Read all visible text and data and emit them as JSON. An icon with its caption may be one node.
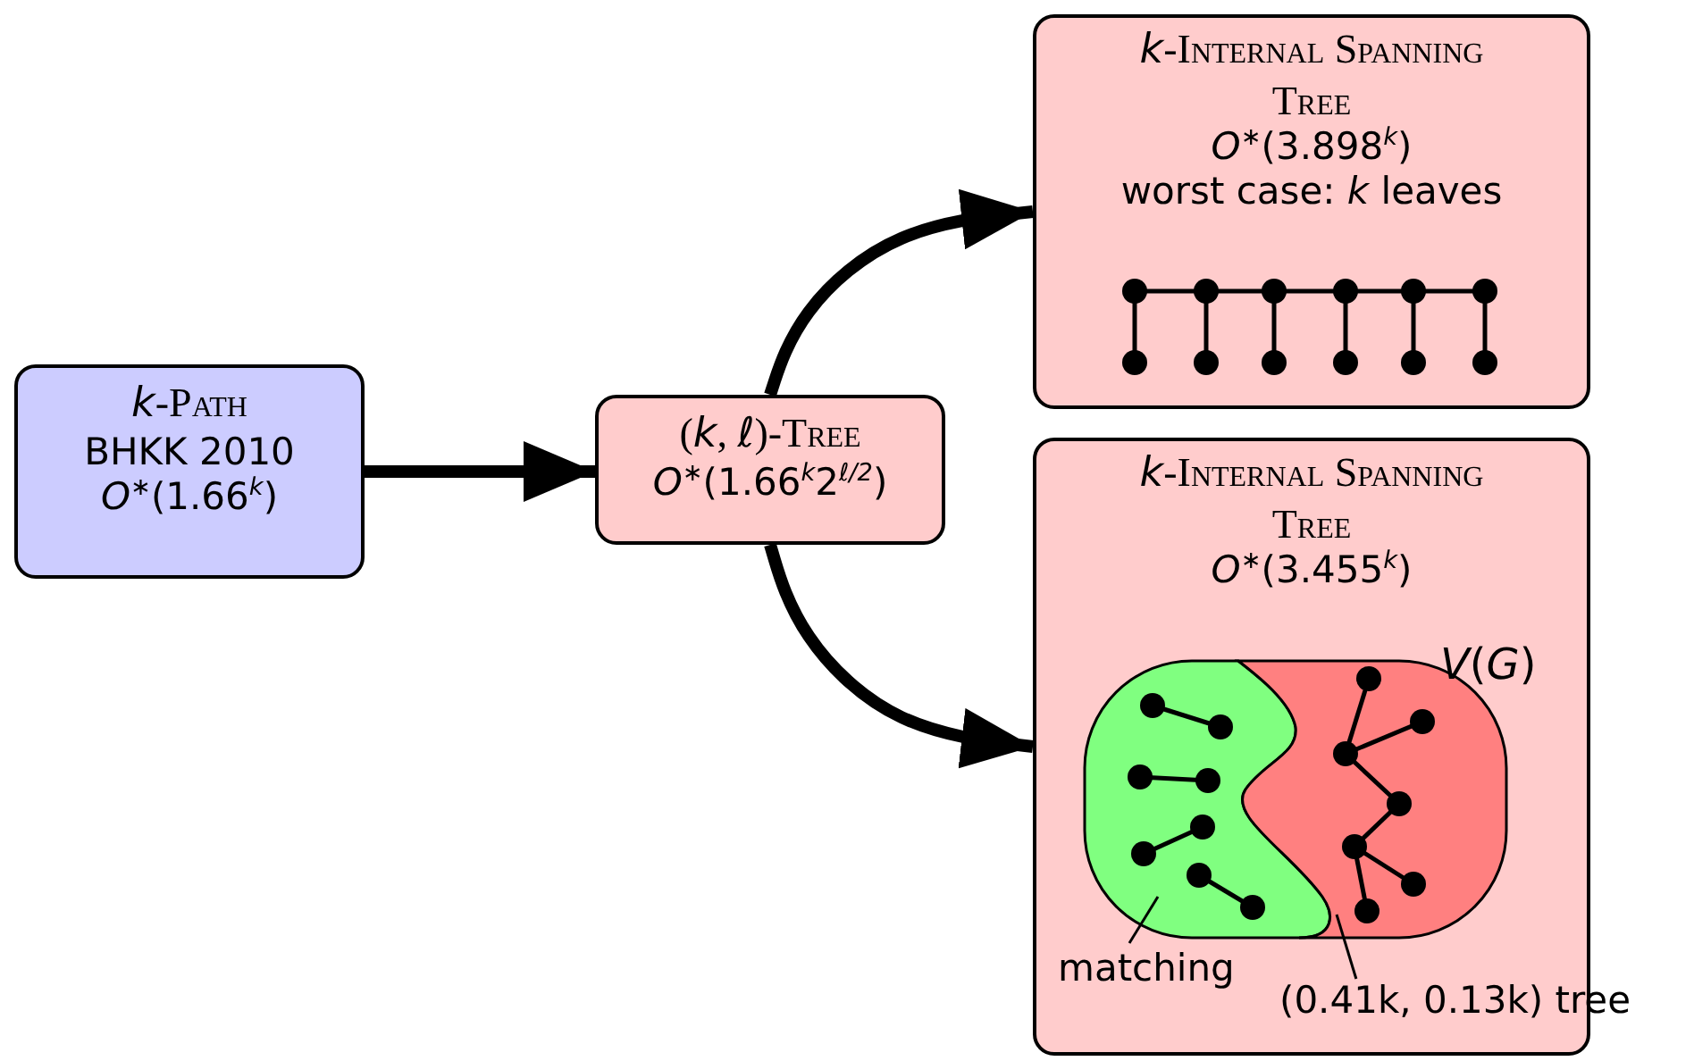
{
  "diagram": {
    "nodes": [
      {
        "text": [
          "*k*-Path",
          "BHKK 2010",
          "*O*$^{∗}$(1.66$^{k}$)"
        ]
      },
      {
        "text": [
          "(*k*, *ℓ*)-Tree",
          "*O*$^{∗}$(1.66$^{k}$2$^{ℓ/2}$)"
        ]
      },
      {
        "text": [
          "*k*-Internal Spanning Tree",
          "*O*$^{∗}$(3.898$^{k}$)",
          "worst case:  *k* leaves"
        ]
      },
      {
        "text": [
          "*k*-Internal Spanning Tree",
          "*O*$^{∗}$(3.455$^{k}$)"
        ]
      },
      {
        "text": [],
        "shape": "region",
        "in": 3
      },
      {
        "text": [],
        "shape": "region",
        "in": 3
      },
      {
        "text": [
          "matching"
        ],
        "in": 3
      },
      {
        "text": [
          "(0.41k, 0.13k) tree"
        ]
      }
    ],
    "edges": [
      {
        "from": 0,
        "to": 1,
        "arrow": "to"
      },
      {
        "from": 1,
        "to": 2,
        "arrow": "to"
      },
      {
        "from": 1,
        "to": 3,
        "arrow": "to"
      },
      {
        "from": 6,
        "to": 4,
        "arrow": "none"
      },
      {
        "from": 7,
        "to": 5,
        "arrow": "none"
      }
    ],
    "labels": [
      "*V*(*G*)"
    ]
  }
}
